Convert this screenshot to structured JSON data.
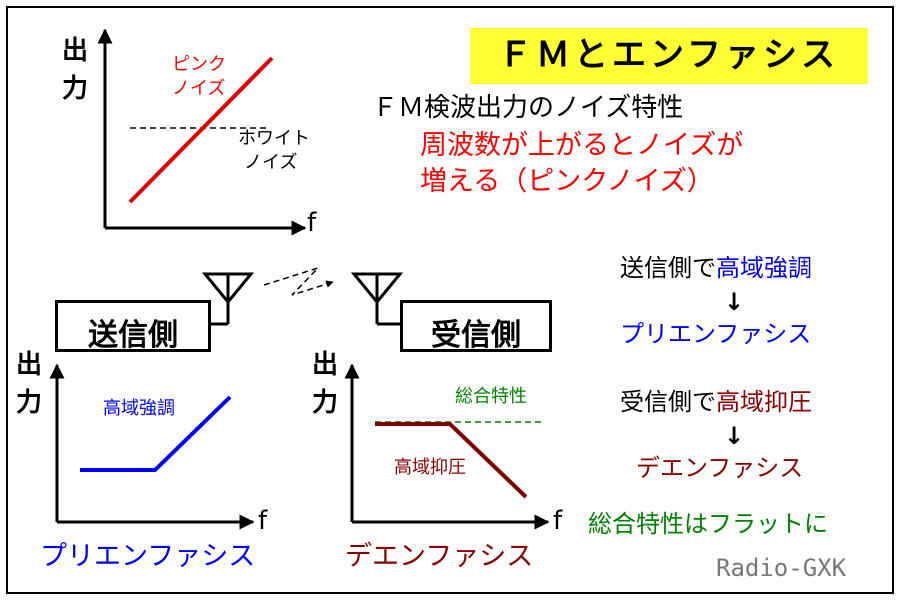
{
  "title": "ＦＭとエンファシス",
  "top_chart": {
    "y_label_1": "出",
    "y_label_2": "力",
    "x_label": "f",
    "pink_label_1": "ピンク",
    "pink_label_2": "ノイズ",
    "white_label_1": "ホワイト",
    "white_label_2": "ノイズ",
    "pink_color": "#e00000"
  },
  "description": {
    "heading": "ＦＭ検波出力のノイズ特性",
    "line1": "周波数が上がるとノイズが",
    "line2": "増える（ピンクノイズ）"
  },
  "transmitter": {
    "label": "送信側"
  },
  "receiver": {
    "label": "受信側"
  },
  "left_chart": {
    "y_label_1": "出",
    "y_label_2": "力",
    "x_label": "f",
    "curve_label": "高域強調",
    "caption": "プリエンファシス",
    "color": "#0000ff"
  },
  "right_chart": {
    "y_label_1": "出",
    "y_label_2": "力",
    "x_label": "f",
    "curve_label": "高域抑圧",
    "total_label": "総合特性",
    "caption": "デエンファシス",
    "color": "#800000",
    "total_color": "#008000"
  },
  "side_notes": {
    "tx_prefix": "送信側で",
    "tx_highlight": "高域強調",
    "arrow1": "↓",
    "pre": "プリエンファシス",
    "rx_prefix": "受信側で",
    "rx_highlight": "高域抑圧",
    "arrow2": "↓",
    "de": "デエンファシス",
    "total": "総合特性はフラットに"
  },
  "brand": "Radio-GXK"
}
